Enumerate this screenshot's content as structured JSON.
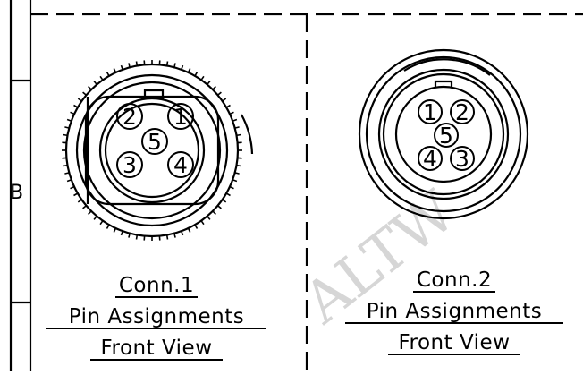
{
  "frame": {
    "zone_label": "B"
  },
  "watermark": "ALTW",
  "connectors": [
    {
      "id": "conn1",
      "caption": {
        "title": "Conn.1",
        "line2": "Pin Assignments",
        "line3": "Front View"
      },
      "pins": [
        {
          "label": "1",
          "pos": "upper-right"
        },
        {
          "label": "2",
          "pos": "upper-left"
        },
        {
          "label": "3",
          "pos": "lower-left"
        },
        {
          "label": "4",
          "pos": "lower-right"
        },
        {
          "label": "5",
          "pos": "center"
        }
      ]
    },
    {
      "id": "conn2",
      "caption": {
        "title": "Conn.2",
        "line2": "Pin Assignments",
        "line3": "Front View"
      },
      "pins": [
        {
          "label": "1",
          "pos": "upper-left"
        },
        {
          "label": "2",
          "pos": "upper-right"
        },
        {
          "label": "3",
          "pos": "lower-right"
        },
        {
          "label": "4",
          "pos": "lower-left"
        },
        {
          "label": "5",
          "pos": "center"
        }
      ]
    }
  ]
}
